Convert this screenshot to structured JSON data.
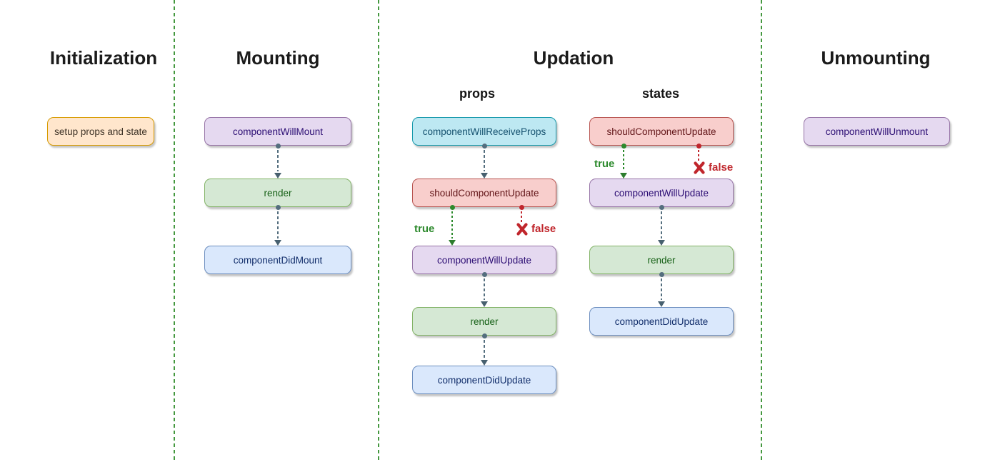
{
  "headers": {
    "initialization": "Initialization",
    "mounting": "Mounting",
    "updation": "Updation",
    "unmounting": "Unmounting"
  },
  "subheaders": {
    "props": "props",
    "states": "states"
  },
  "nodes": {
    "init_setup": {
      "label": "setup props and state",
      "color": "orange"
    },
    "mount_will_mount": {
      "label": "componentWillMount",
      "color": "purple"
    },
    "mount_render": {
      "label": "render",
      "color": "green"
    },
    "mount_did_mount": {
      "label": "componentDidMount",
      "color": "blue"
    },
    "props_will_receive_props": {
      "label": "componentWillReceiveProps",
      "color": "cyan"
    },
    "props_should_update": {
      "label": "shouldComponentUpdate",
      "color": "red"
    },
    "props_will_update": {
      "label": "componentWillUpdate",
      "color": "purple"
    },
    "props_render": {
      "label": "render",
      "color": "green"
    },
    "props_did_update": {
      "label": "componentDidUpdate",
      "color": "blue"
    },
    "states_should_update": {
      "label": "shouldComponentUpdate",
      "color": "red"
    },
    "states_will_update": {
      "label": "componentWillUpdate",
      "color": "purple"
    },
    "states_render": {
      "label": "render",
      "color": "green"
    },
    "states_did_update": {
      "label": "componentDidUpdate",
      "color": "blue"
    },
    "unmount_will_unmount": {
      "label": "componentWillUnmount",
      "color": "purple"
    }
  },
  "branch_labels": {
    "true": "true",
    "false": "false"
  },
  "colors": {
    "orange_fill": "#ffe6cc",
    "orange_stroke": "#d79b00",
    "purple_fill": "#e5d9f0",
    "purple_stroke": "#9673a6",
    "purple_text": "#2b0d73",
    "green_fill": "#d5e8d4",
    "green_stroke": "#82b366",
    "green_text": "#176117",
    "blue_fill": "#dae8fc",
    "blue_stroke": "#6c8ebf",
    "blue_text": "#122e6b",
    "red_fill": "#f8cecc",
    "red_stroke": "#b85450",
    "red_text": "#611417",
    "cyan_fill": "#bde8f2",
    "cyan_stroke": "#1699ab",
    "cyan_text": "#14506e",
    "arrow_gray": "#546e7e",
    "branch_true_green": "#2d8a2d",
    "branch_false_red": "#c0262c",
    "divider_green": "#44983f"
  }
}
